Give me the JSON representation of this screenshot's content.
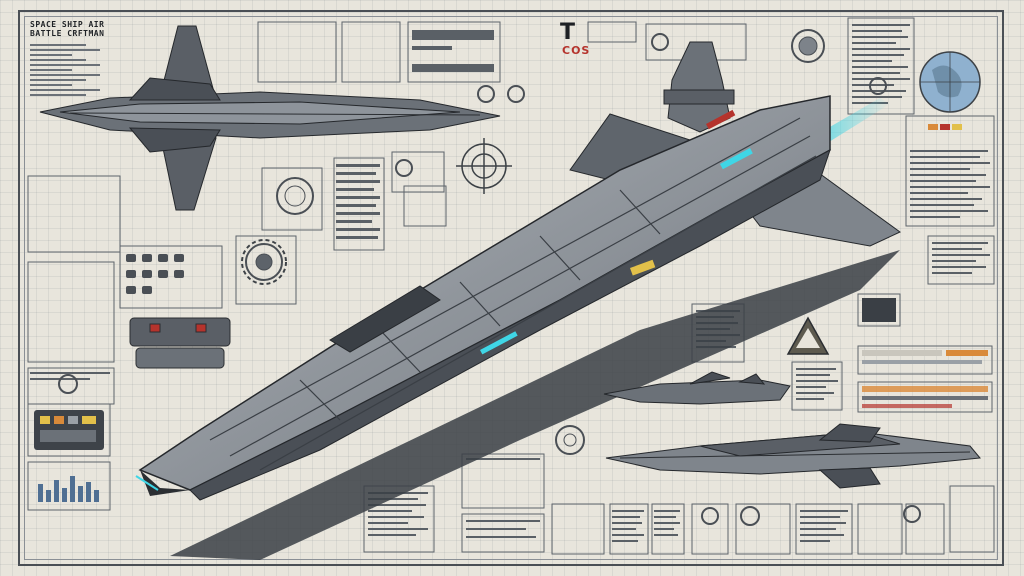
{
  "sheet": {
    "title_line1": "SPACE SHIP AIR",
    "title_line2": "BATTLE CRFTMAN",
    "mark_big": "T",
    "mark_small": "COS"
  },
  "colors": {
    "paper": "#e8e5dc",
    "ink": "#1f2226",
    "hull": "#8e949b",
    "hull_dark": "#4a4f56",
    "engine_glow": "#3fd6e6",
    "accent_red": "#b5332c",
    "accent_orange": "#d98a3a",
    "accent_yellow": "#e2c04a",
    "map_blue": "#8fb1cf"
  },
  "icons": [
    "main-ship-illustration",
    "top-view-ship",
    "side-view-ship",
    "bottom-view-ship",
    "warning-triangle-icon",
    "radar-globe-icon",
    "crosshair-icon",
    "gear-icon"
  ]
}
